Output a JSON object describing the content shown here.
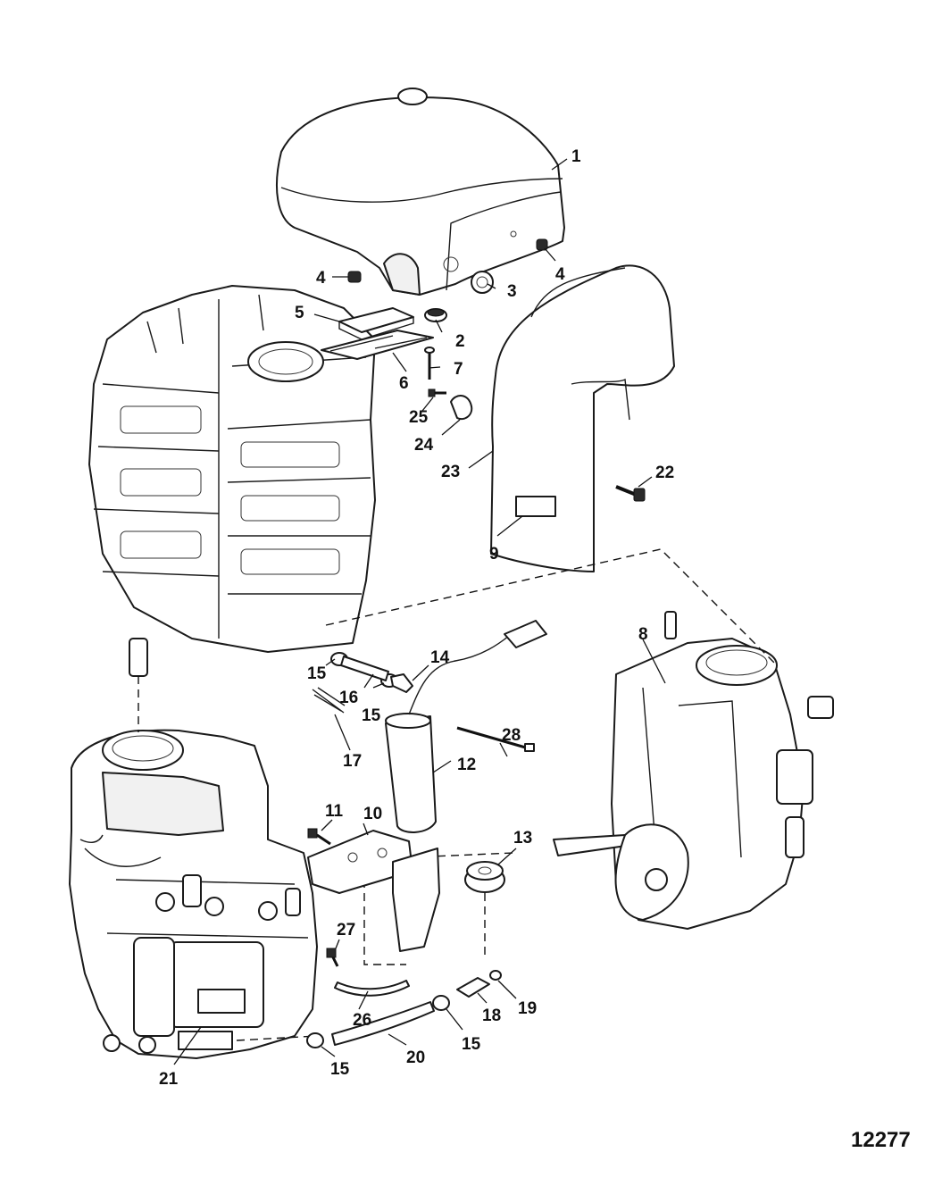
{
  "figure_id": "12277",
  "callouts": {
    "c1": "1",
    "c2": "2",
    "c3": "3",
    "c4a": "4",
    "c4b": "4",
    "c5": "5",
    "c6": "6",
    "c7": "7",
    "c8": "8",
    "c9": "9",
    "c10": "10",
    "c11": "11",
    "c12": "12",
    "c13": "13",
    "c14": "14",
    "c15a": "15",
    "c15b": "15",
    "c15c": "15",
    "c15d": "15",
    "c16": "16",
    "c17": "17",
    "c18": "18",
    "c19": "19",
    "c20": "20",
    "c21": "21",
    "c22": "22",
    "c23": "23",
    "c24": "24",
    "c25": "25",
    "c26": "26",
    "c27": "27",
    "c28": "28"
  }
}
